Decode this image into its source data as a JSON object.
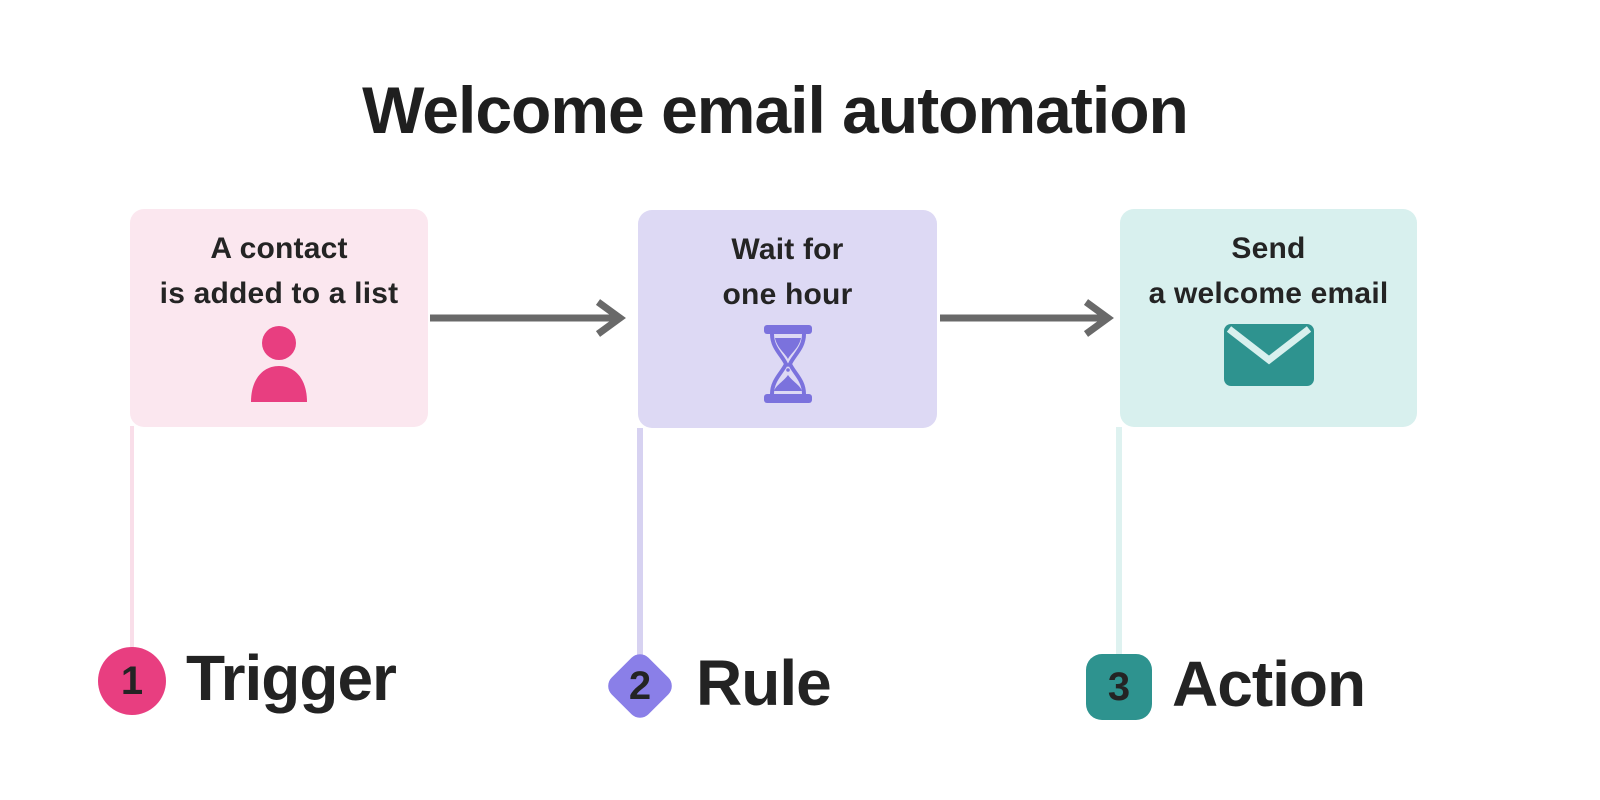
{
  "title": "Welcome email automation",
  "colors": {
    "background": "#ffffff",
    "title_text": "#1f1f1f",
    "card_text": "#242424",
    "arrow": "#696969"
  },
  "steps": [
    {
      "number": "1",
      "label": "Trigger",
      "badge_shape": "circle",
      "icon": "person-icon",
      "card": {
        "line1": "A contact",
        "line2": "is added to a list"
      },
      "colors": {
        "card_bg": "#FBE7EF",
        "accent": "#E83E80",
        "connector": "#F9DEE9"
      }
    },
    {
      "number": "2",
      "label": "Rule",
      "badge_shape": "diamond",
      "icon": "hourglass-icon",
      "card": {
        "line1": "Wait for",
        "line2": "one hour"
      },
      "colors": {
        "card_bg": "#DDD9F4",
        "accent": "#7B72DD",
        "badge": "#8A7FE8",
        "connector": "#D7D2F1"
      }
    },
    {
      "number": "3",
      "label": "Action",
      "badge_shape": "rounded-square",
      "icon": "envelope-icon",
      "card": {
        "line1": "Send",
        "line2": "a welcome email"
      },
      "colors": {
        "card_bg": "#D8F0EE",
        "accent": "#2E938F",
        "connector": "#DEF2F0"
      }
    }
  ]
}
